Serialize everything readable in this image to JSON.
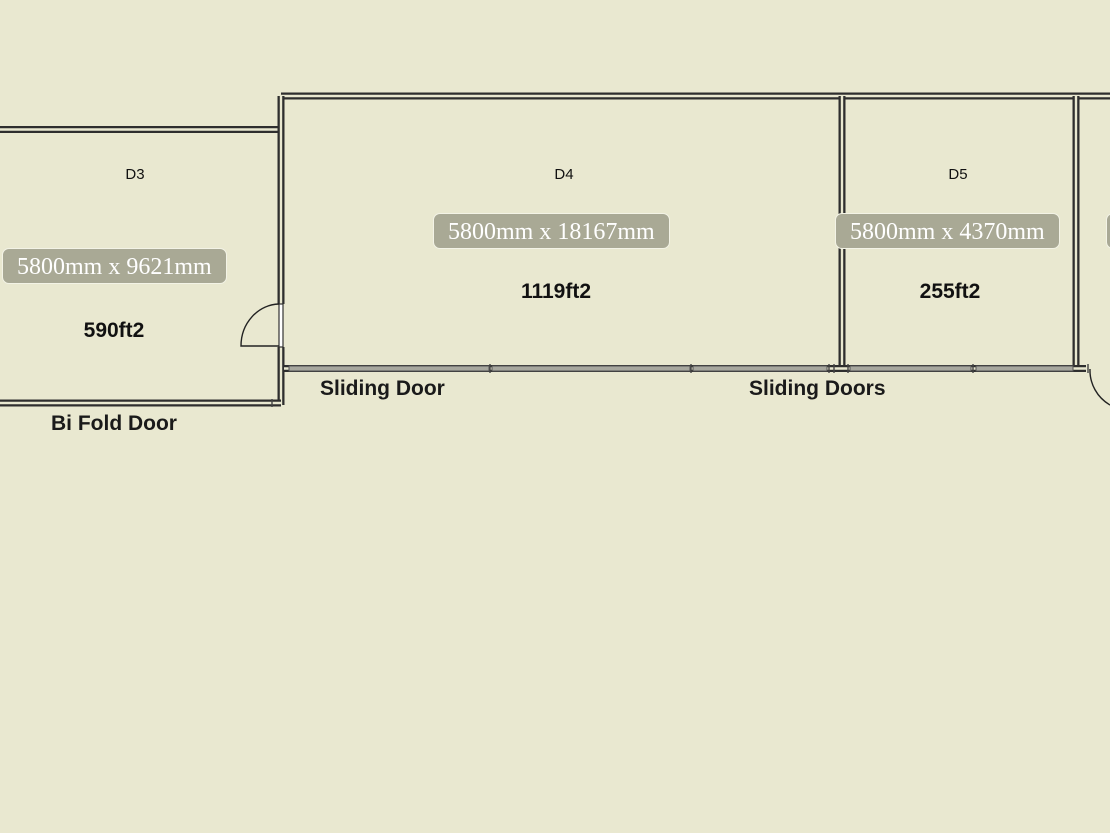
{
  "colors": {
    "background": "#e9e8d0",
    "wall": "#2e2e2e",
    "badge_fill": "#a9a995",
    "badge_text": "#ffffff"
  },
  "rooms": [
    {
      "id": "D3",
      "dimensions": "5800mm x 9621mm",
      "area": "590ft2"
    },
    {
      "id": "D4",
      "dimensions": "5800mm x 18167mm",
      "area": "1119ft2"
    },
    {
      "id": "D5",
      "dimensions": "5800mm x 4370mm",
      "area": "255ft2"
    }
  ],
  "door_labels": {
    "bi_fold": "Bi Fold Door",
    "sliding_single": "Sliding Door",
    "sliding_double": "Sliding Doors"
  }
}
